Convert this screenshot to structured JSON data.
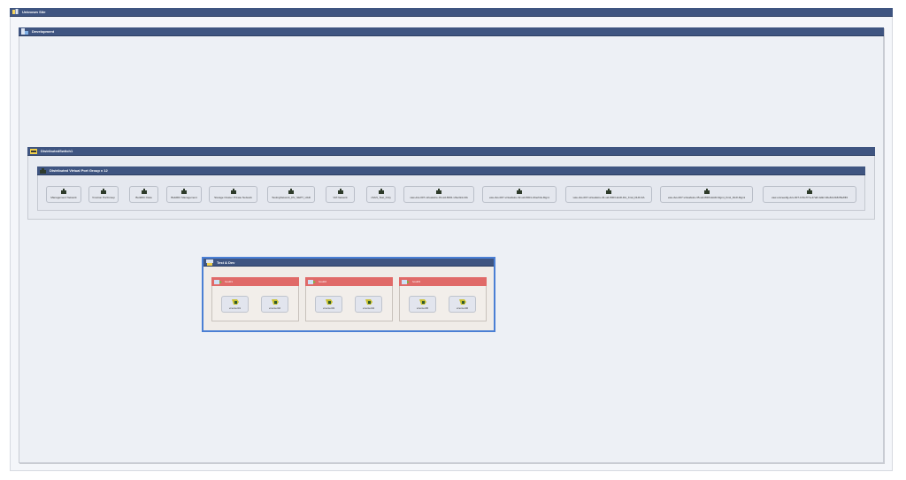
{
  "site": {
    "title": "Unknown Site",
    "icon": "site-icon"
  },
  "datacenter": {
    "title": "Development",
    "icon": "datacenter-icon"
  },
  "dvswitch": {
    "title": "DistributedSwitch1",
    "icon": "dvswitch-icon"
  },
  "portgroup_container": {
    "title": "Distributed Virtual Port Group x 12",
    "icon": "portgroup-icon"
  },
  "portgroups": [
    {
      "label": "Management Network",
      "icon": "network-port-icon"
    },
    {
      "label": "Vmotion PortGroup",
      "icon": "network-port-icon"
    },
    {
      "label": "BuildDC Data",
      "icon": "network-port-icon"
    },
    {
      "label": "BuildDC Management",
      "icon": "network-port-icon"
    },
    {
      "label": "Storage Cluster Private Network",
      "icon": "network-port-icon"
    },
    {
      "label": "TestingNetwork_DV_SEPT_UAD",
      "icon": "network-port-icon"
    },
    {
      "label": "VM Network",
      "icon": "network-port-icon"
    },
    {
      "label": "vSAN_Test_Only",
      "icon": "network-port-icon"
    },
    {
      "label": "vaw-dvs-007-virtualwire-33-sid-8001-Uberlink-DA",
      "icon": "network-port-icon"
    },
    {
      "label": "vaw-dvs-007-virtualwire-32-sid-8001-Uberlink-Mgmt",
      "icon": "network-port-icon"
    },
    {
      "label": "vaw-dvs-007-virtualwire-34-sid-8003-EAD-DA_Knsl_DLR-DA",
      "icon": "network-port-icon"
    },
    {
      "label": "vaw-dvs-007-virtualwire-35-sid-8003-EAD-Mgmt_Knsl_DLR-Mgmt",
      "icon": "network-port-icon"
    },
    {
      "label": "vaw-uniceedfg-dvs-007-0-5ts7f7a-47a8-4a92-b6e8-b2182f6e8ff4",
      "icon": "network-port-icon"
    }
  ],
  "cluster": {
    "title": "Test & Dev",
    "icon": "cluster-icon"
  },
  "hosts": [
    {
      "name": "host01",
      "icon": "host-icon",
      "vms": [
        {
          "label": "vcenter01"
        },
        {
          "label": "vcenter02"
        }
      ]
    },
    {
      "name": "host02",
      "icon": "host-icon",
      "vms": [
        {
          "label": "vcenter03"
        },
        {
          "label": "vcenter04"
        }
      ]
    },
    {
      "name": "host03",
      "icon": "host-icon",
      "vms": [
        {
          "label": "vcenter05"
        },
        {
          "label": "vcenter06"
        }
      ]
    }
  ],
  "colors": {
    "title_bar": "#3f5581",
    "host_bar": "#e06a68",
    "cluster_border": "#4a7fd4",
    "link": "#8cc8f2",
    "background": "#edf0f5"
  }
}
